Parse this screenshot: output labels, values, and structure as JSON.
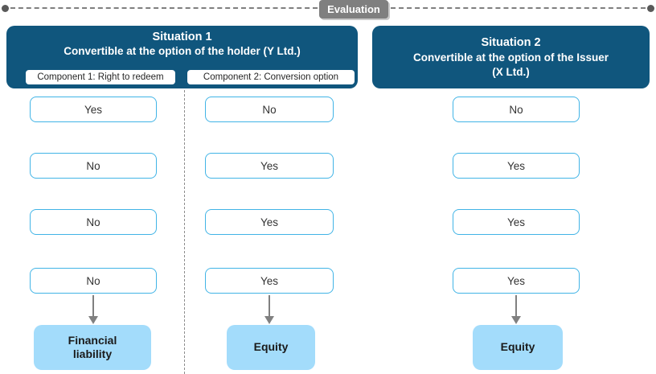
{
  "connector": {
    "label": "Evaluation"
  },
  "situations": [
    {
      "title": "Situation 1",
      "subtitle": "Convertible at the option of the holder (Y Ltd.)",
      "components": [
        "Component 1: Right to redeem",
        "Component 2: Conversion option"
      ]
    },
    {
      "title": "Situation 2",
      "subtitle": "Convertible at the option of the Issuer (X Ltd.)"
    }
  ],
  "columns": [
    {
      "id": "situation1-component1",
      "values": [
        "Yes",
        "No",
        "No",
        "No"
      ],
      "result": "Financial liability"
    },
    {
      "id": "situation1-component2",
      "values": [
        "No",
        "Yes",
        "Yes",
        "Yes"
      ],
      "result": "Equity"
    },
    {
      "id": "situation2",
      "values": [
        "No",
        "Yes",
        "Yes",
        "Yes"
      ],
      "result": "Equity"
    }
  ],
  "colors": {
    "header_bg": "#10567d",
    "value_box_border": "#41b4e6",
    "result_bg": "#a3dcfb",
    "connector_gray": "#7f7f7f",
    "dot_gray": "#595959"
  }
}
